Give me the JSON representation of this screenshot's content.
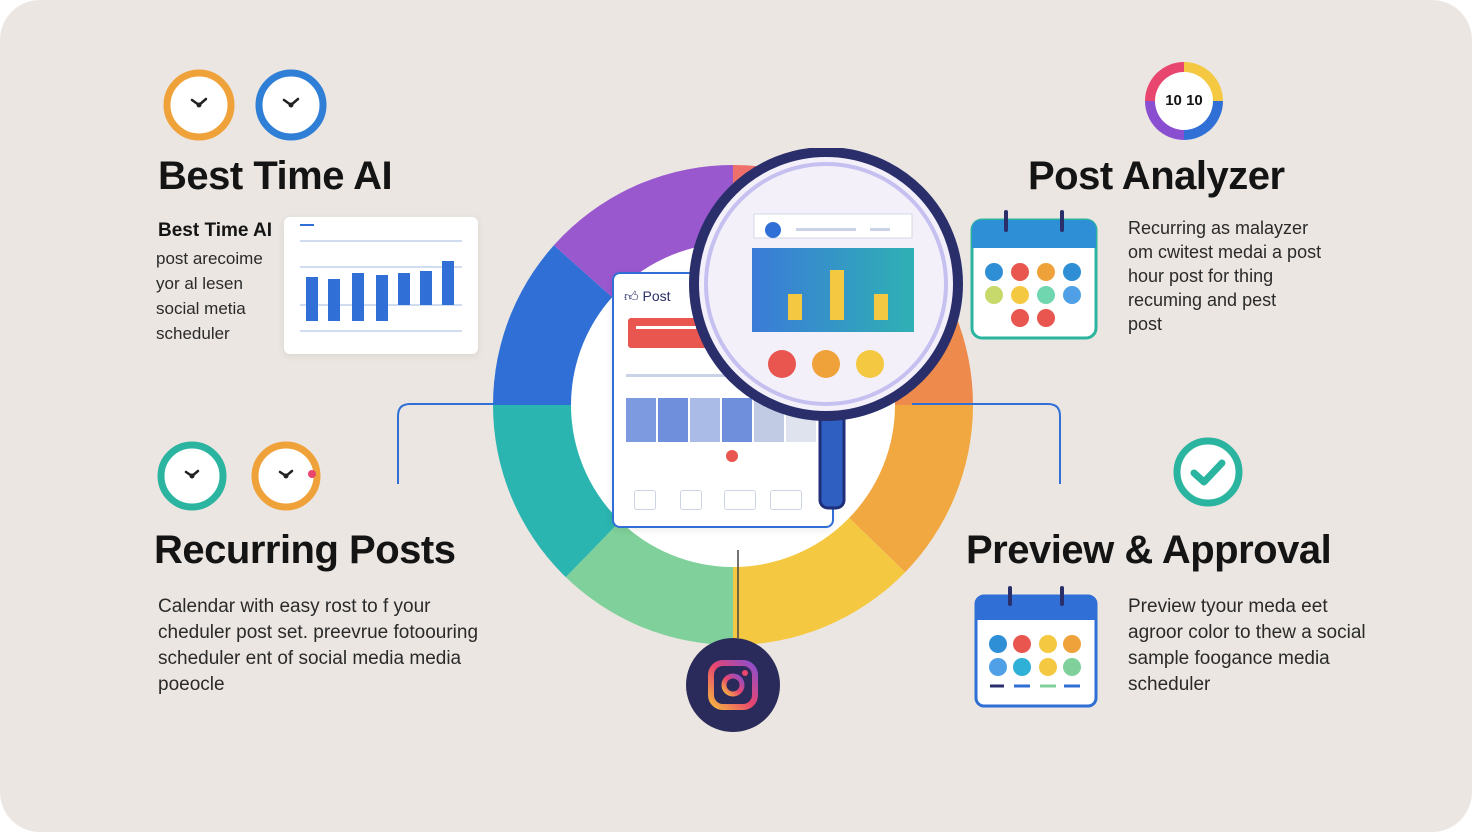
{
  "sections": {
    "best_time": {
      "title": "Best Time AI",
      "card_heading": "Best Time AI",
      "lines": [
        "post arecoime",
        "yor al lesen",
        "social metia",
        "scheduler"
      ]
    },
    "post_analyzer": {
      "title": "Post Analyzer",
      "badge": "10 10",
      "lines": [
        "Recurring as malayzer",
        "om cwitest medai a post",
        "hour post for thing",
        "recuming and pest",
        "post"
      ]
    },
    "recurring": {
      "title": "Recurring Posts",
      "lines": [
        "Calendar with easy rost to f your",
        "cheduler post set. preevrue fotoouring",
        "scheduler ent of social media media",
        "poeocle"
      ]
    },
    "preview": {
      "title": "Preview & Approval",
      "lines": [
        "Preview tyour meda eet",
        "agroor color to thew a social",
        "sample foogance media",
        "scheduler"
      ]
    }
  },
  "center": {
    "post_card_label": "Post"
  },
  "colors": {
    "background": "#ebe6e1",
    "blue": "#2f6fd6",
    "orange": "#f0a23a",
    "teal": "#2bb5a0",
    "purple": "#8a4fd0",
    "red": "#e8564f",
    "yellow": "#f5c842",
    "navy": "#2a2f6b"
  },
  "icons": [
    "clock-icon",
    "calendar-icon",
    "check-icon",
    "instagram-icon",
    "magnifier-icon",
    "thumbs-up-icon"
  ]
}
